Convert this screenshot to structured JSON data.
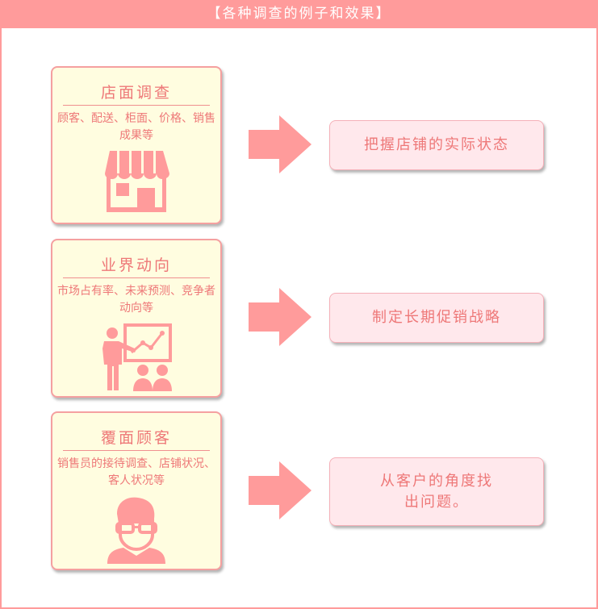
{
  "header": {
    "title": "【各种调查的例子和效果】"
  },
  "rows": [
    {
      "title": "店面调查",
      "desc": "顾客、配送、柜面、价格、销售成果等",
      "icon": "store-icon",
      "result": "把握店铺的实际状态"
    },
    {
      "title": "业界动向",
      "desc": "市场占有率、未来预测、竞争者动向等",
      "icon": "presentation-icon",
      "result": "制定长期促销战略"
    },
    {
      "title": "覆面顾客",
      "desc": "销售员的接待调查、店铺状况、客人状况等",
      "icon": "customer-icon",
      "result": "从客户的角度找出问题。"
    }
  ],
  "colors": {
    "accent": "#ff9b9b",
    "card_bg": "#fffde0",
    "text": "#ee7878",
    "result_bg": "#ffe8ec"
  }
}
